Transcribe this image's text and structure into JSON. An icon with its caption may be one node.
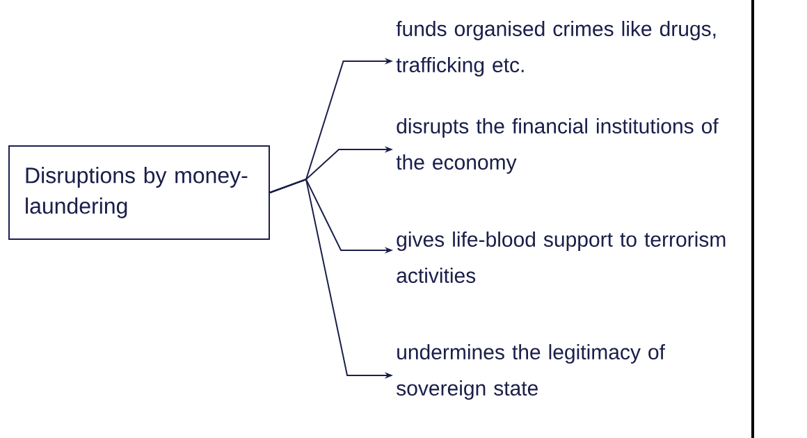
{
  "diagram": {
    "nodes": [
      {
        "text": [
          "Disruptions by money-laundering"
        ]
      },
      {
        "text": [
          "funds organised crimes like drugs, trafficking etc."
        ]
      },
      {
        "text": [
          "disrupts the financial institutions of the economy"
        ]
      },
      {
        "text": [
          "gives life-blood support to terrorism activities"
        ]
      },
      {
        "text": [
          "undermines the legitimacy of sovereign state"
        ]
      }
    ],
    "edges": [
      {
        "from": 0,
        "to": 1,
        "arrow": "to"
      },
      {
        "from": 0,
        "to": 2,
        "arrow": "to"
      },
      {
        "from": 0,
        "to": 3,
        "arrow": "to"
      },
      {
        "from": 0,
        "to": 4,
        "arrow": "to"
      }
    ]
  }
}
